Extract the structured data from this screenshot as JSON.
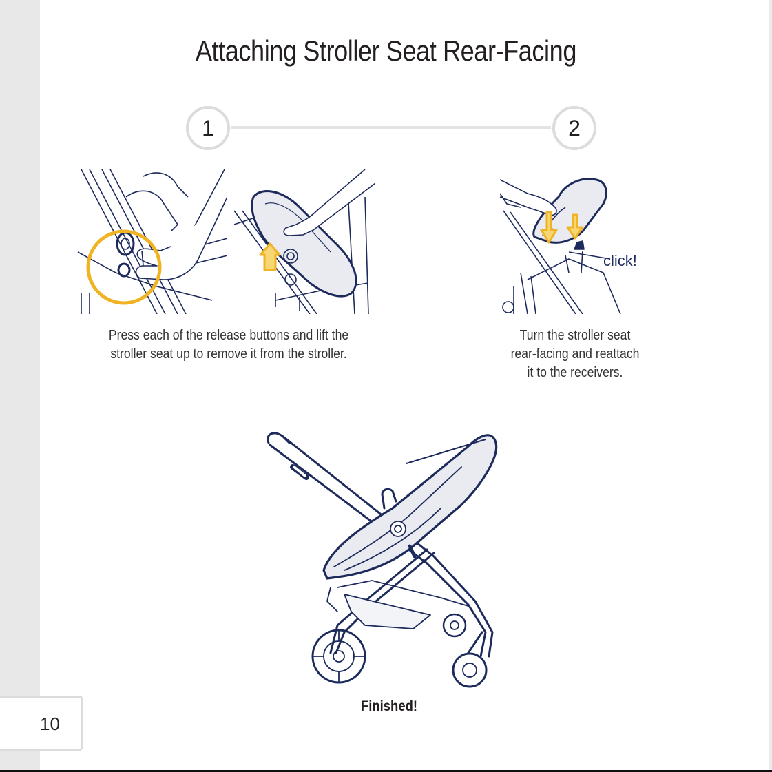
{
  "page": {
    "title": "Attaching Stroller Seat Rear-Facing",
    "page_number": "10"
  },
  "steps": [
    {
      "number": "1",
      "caption_line1": "Press each of the release buttons and lift the",
      "caption_line2": "stroller seat up to remove it from the stroller."
    },
    {
      "number": "2",
      "caption_line1": "Turn the stroller seat",
      "caption_line2": "rear-facing and reattach",
      "caption_line3": "it to the receivers.",
      "callout": "click!"
    }
  ],
  "final": {
    "label": "Finished!"
  },
  "colors": {
    "line_art": "#1c2a5c",
    "highlight_yellow": "#f0b323",
    "seat_fill": "#e9ebf1",
    "margin_gray": "#e8e8e8"
  }
}
